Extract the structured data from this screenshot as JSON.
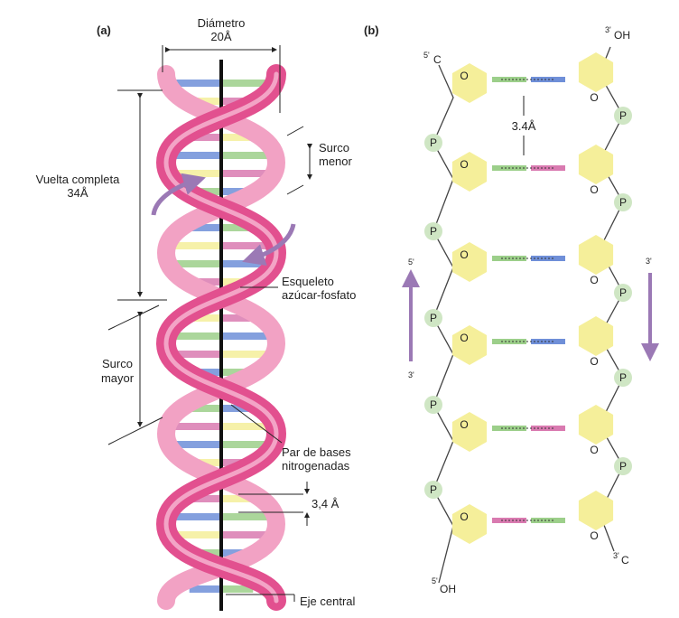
{
  "panel_a": {
    "label": "(a)",
    "diameter": [
      "Diámetro",
      "20Å"
    ],
    "full_turn": [
      "Vuelta completa",
      "34Å"
    ],
    "minor_groove": [
      "Surco",
      "menor"
    ],
    "backbone": [
      "Esqueleto",
      "azúcar-fosfato"
    ],
    "major_groove": [
      "Surco",
      "mayor"
    ],
    "base_pair": [
      "Par de bases",
      "nitrogenadas"
    ],
    "rise": "3,4 Å",
    "axis": "Eje central"
  },
  "panel_b": {
    "label": "(b)",
    "spacing": "3.4Å",
    "top_left": {
      "prime": "5'",
      "atom": "C"
    },
    "top_right": {
      "prime": "3'",
      "atom": "OH"
    },
    "bottom_left": {
      "prime": "5'",
      "atom": "OH"
    },
    "bottom_right": {
      "prime": "3'",
      "atom": "C"
    },
    "left_arrow": {
      "top": "5'",
      "bottom": "3'"
    },
    "right_arrow": {
      "top": "3'"
    },
    "phosphate": "P",
    "oxygen": "O"
  },
  "colors": {
    "helix": "#e2508f",
    "helix_light": "#f2a2c4",
    "sugar": "#f5ef9a",
    "phosphate": "#cfe6c4",
    "base_blue": "#6f8fd8",
    "base_green": "#9ccf8a",
    "base_pink": "#d97ab0",
    "arrow_purple": "#9b79b5"
  }
}
